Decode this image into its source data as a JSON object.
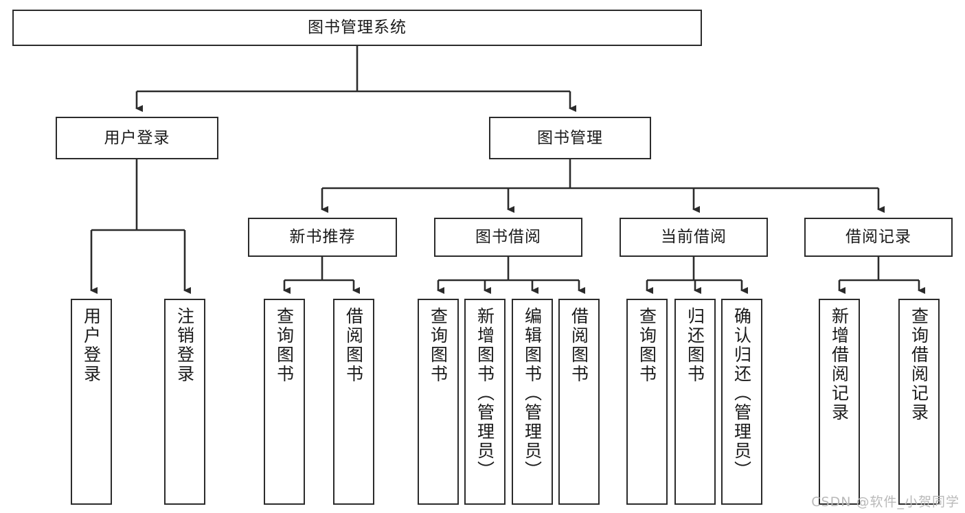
{
  "diagram": {
    "title": "图书管理系统",
    "type": "tree-hierarchy-diagram",
    "watermark": "CSDN @软件_小贺同学",
    "colors": {
      "box_border": "#2b2b2b",
      "box_fill": "#ffffff",
      "connector": "#2b2b2b",
      "text": "#1a1a1a",
      "watermark": "#b9b9b9"
    },
    "nodes": {
      "root": {
        "label": "图书管理系统"
      },
      "level2": [
        {
          "id": "user-login",
          "label": "用户登录"
        },
        {
          "id": "book-management",
          "label": "图书管理"
        }
      ],
      "level3": [
        {
          "id": "new-book-recommend",
          "label": "新书推荐"
        },
        {
          "id": "book-borrow",
          "label": "图书借阅"
        },
        {
          "id": "current-borrow",
          "label": "当前借阅"
        },
        {
          "id": "borrow-record",
          "label": "借阅记录"
        }
      ],
      "leaves": {
        "user_login": [
          {
            "id": "leaf-user-login",
            "label": "用户登录"
          },
          {
            "id": "leaf-logout",
            "label": "注销登录"
          }
        ],
        "new_book_recommend": [
          {
            "id": "leaf-query-book-1",
            "label": "查询图书"
          },
          {
            "id": "leaf-borrow-book-1",
            "label": "借阅图书"
          }
        ],
        "book_borrow": [
          {
            "id": "leaf-query-book-2",
            "label": "查询图书"
          },
          {
            "id": "leaf-add-book",
            "label": "新增图书（管理员）"
          },
          {
            "id": "leaf-edit-book",
            "label": "编辑图书（管理员）"
          },
          {
            "id": "leaf-borrow-book-2",
            "label": "借阅图书"
          }
        ],
        "current_borrow": [
          {
            "id": "leaf-query-book-3",
            "label": "查询图书"
          },
          {
            "id": "leaf-return-book",
            "label": "归还图书"
          },
          {
            "id": "leaf-confirm-return",
            "label": "确认归还（管理员）"
          }
        ],
        "borrow_record": [
          {
            "id": "leaf-add-record",
            "label": "新增借阅记录"
          },
          {
            "id": "leaf-query-record",
            "label": "查询借阅记录"
          }
        ]
      }
    }
  }
}
